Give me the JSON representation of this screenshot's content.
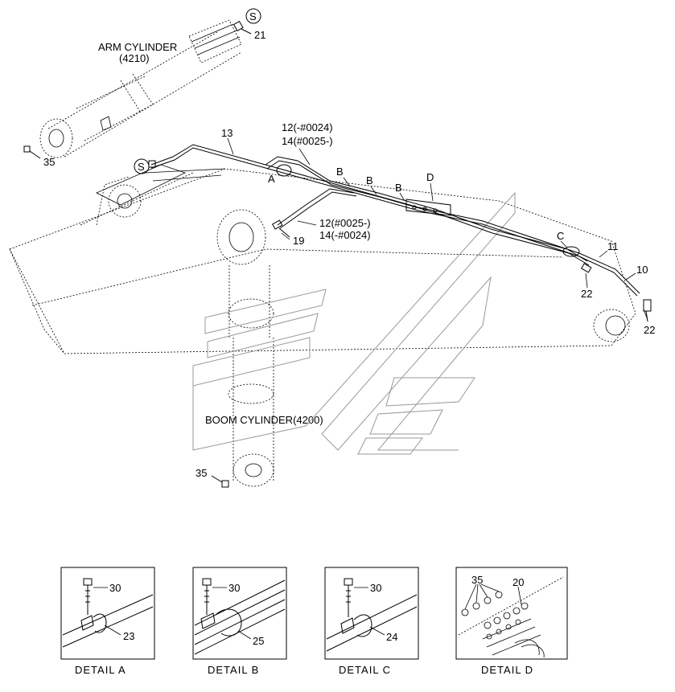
{
  "labels": {
    "arm_cylinder_name": "ARM CYLINDER",
    "arm_cylinder_code": "(4210)",
    "boom_cylinder": "BOOM CYLINDER(4200)",
    "s_mark_top": "S",
    "s_mark_left": "S",
    "p21": "21",
    "p35_arm": "35",
    "p13": "13",
    "p12_top": "12(-#0024)",
    "p14_top": "14(#0025-)",
    "det_a": "A",
    "det_b1": "B",
    "det_b2": "B",
    "det_b3": "B",
    "det_d": "D",
    "det_c": "C",
    "p12_mid": "12(#0025-)",
    "p14_mid": "14(-#0024)",
    "p19": "19",
    "p11": "11",
    "p10": "10",
    "p22_a": "22",
    "p22_b": "22",
    "p35_boom": "35"
  },
  "details": [
    {
      "caption": "DETAIL  A",
      "bolt": "30",
      "clamp": "23"
    },
    {
      "caption": "DETAIL  B",
      "bolt": "30",
      "clamp": "25"
    },
    {
      "caption": "DETAIL  C",
      "bolt": "30",
      "clamp": "24"
    },
    {
      "caption": "DETAIL  D",
      "bolt": "35",
      "clamp": "20"
    }
  ]
}
